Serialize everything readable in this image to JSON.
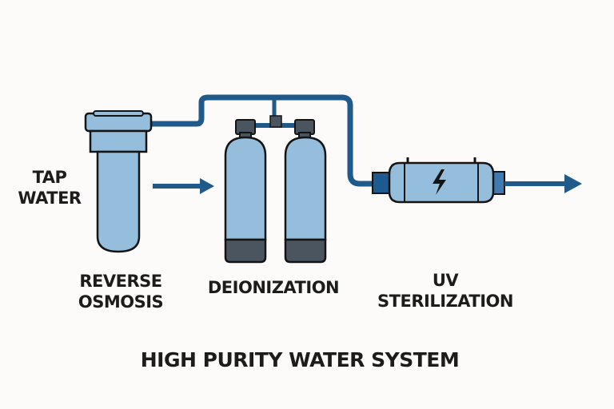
{
  "title": "HIGH PURITY WATER SYSTEM",
  "labels": {
    "source": [
      "TAP",
      "WATER"
    ],
    "stage1": [
      "REVERSE",
      "OSMOSIS"
    ],
    "stage2": [
      "DEIONIZATION"
    ],
    "stage3": [
      "UV",
      "STERILIZATION"
    ]
  },
  "colors": {
    "pipe": "#1f5a8a",
    "tank_fill": "#94bedb",
    "cap": "#4a5560",
    "outline": "#141414",
    "uv_port": "#1e5a92",
    "background": "#fcfbfa"
  },
  "icons": {
    "uv_symbol": "lightning-bolt"
  }
}
